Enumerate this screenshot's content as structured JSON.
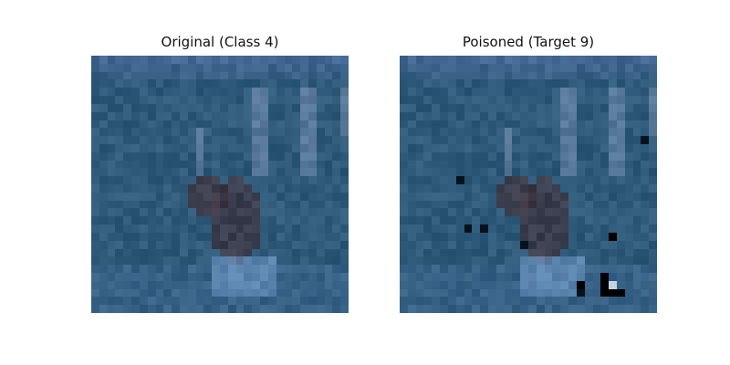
{
  "panels": [
    {
      "title": "Original (Class 4)"
    },
    {
      "title": "Poisoned (Target 9)"
    }
  ],
  "image": {
    "grid_size": 32,
    "colors": {
      "base": "#2f5a7a",
      "sky": "#476a98",
      "deer": "#3e3540",
      "water": "#6f97c4",
      "trigger_dark": "#07121e",
      "trigger_black": "#000000",
      "trigger_light": "#c7d2e0"
    }
  }
}
